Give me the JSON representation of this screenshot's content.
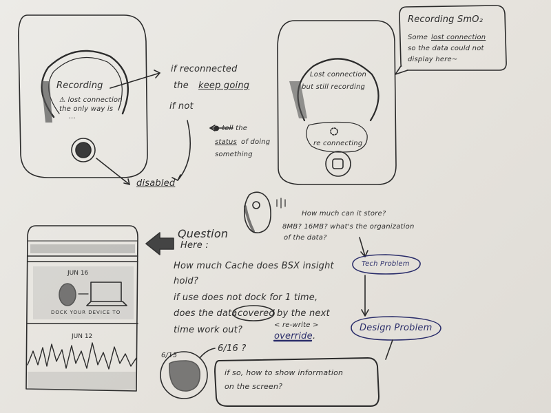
{
  "sketch1": {
    "recording": "Recording",
    "lost": "⚠ lost connection",
    "only_way": "the only way is",
    "dots": "...",
    "note_line1": "if reconnected",
    "note_line2_a": "the",
    "note_line2_b": "keep going",
    "if_not": "if not",
    "disabled": "disabled",
    "tell_1": "● tell the",
    "tell_2a": "status",
    "tell_2b": "of doing",
    "tell_3": "something"
  },
  "sketch2": {
    "lost": "Lost connection",
    "still": "but still recording",
    "reconnecting": "re connecting"
  },
  "bubble": {
    "title": "Recording SmO₂",
    "line1_a": "Some",
    "line1_b": "lost connection",
    "line2": "so the data could not",
    "line3": "display here~"
  },
  "device": {
    "q1": "How much can it store?",
    "q2": "8MB? 16MB?  what's the organization",
    "q3": "of the data?"
  },
  "flow": {
    "tech": "Tech Problem",
    "design": "Design Problem"
  },
  "phone": {
    "date1": "JUN 16",
    "dock": "DOCK YOUR DEVICE TO",
    "date2": "JUN 12"
  },
  "question": {
    "title": "Question",
    "here": "Here :",
    "l1": "How much Cache does BSX insight",
    "l2": "hold?",
    "l3": "if use does not dock for 1 time,",
    "l4_a": "does the data",
    "l4_b": "covered",
    "l4_c": "by the next",
    "l5": "time work out?",
    "rewrite": "< re-write >",
    "override": "override",
    "period": "."
  },
  "bottom": {
    "d1": "6/15",
    "d2": "6/16 ?",
    "box1": "if so, how to show information",
    "box2": "on the screen?"
  }
}
